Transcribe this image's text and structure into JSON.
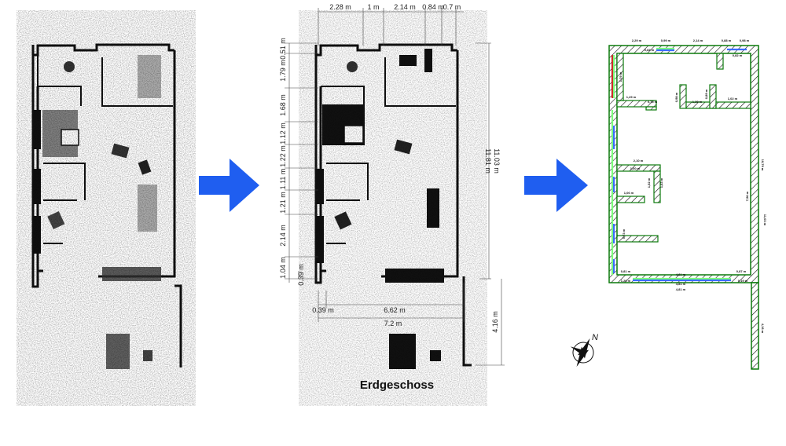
{
  "caption": "Erdgeschoss",
  "colors": {
    "arrow": "#1f5ef0",
    "scan_ink": "#111111",
    "wall_outline": "#0a7a0a",
    "wall_fill": "#ffffff",
    "hatch": "#111111",
    "highlight_green": "#7cff7c",
    "highlight_blue": "#3a6cff",
    "highlight_red": "#d02020"
  },
  "middle_plan": {
    "top_dims": [
      "2.28 m",
      "1 m",
      "2.14 m",
      "0.84 m",
      "0.7 m"
    ],
    "left_dims": [
      "0.51 m",
      "1.79 m",
      "1.68 m",
      "1.12 m",
      "1.22 m",
      "1.11 m",
      "1.21 m",
      "2.14 m",
      "1.04 m"
    ],
    "right_dims": [
      "11.81 m",
      "11.03 m",
      "4.16 m"
    ],
    "bottom_dims": [
      "0.39 m",
      "6.62 m",
      "7.2 m"
    ],
    "inner_dim": "0.39 m"
  },
  "right_plan": {
    "labels": [
      "2,29 m",
      "0,99 m",
      "2,14 m",
      "0,88 m",
      "0,98 m",
      "0,84 m",
      "0,82 m",
      "4,81 m",
      "4,81 m",
      "4,81 m",
      "0,81 m",
      "1,20 m",
      "0,87 m",
      "0,19 m",
      "1,29 m",
      "0,75 m",
      "1,39 m",
      "1,02 m",
      "2,10 m",
      "1,00 m",
      "1,06 m",
      "1,52 m",
      "1,63 m",
      "1,79 m",
      "0,73 m",
      "0,98 m",
      "0,89 m",
      "7,96 m",
      "10,79 m",
      "11,03 m",
      "4,16 m"
    ],
    "north_label": "N"
  }
}
